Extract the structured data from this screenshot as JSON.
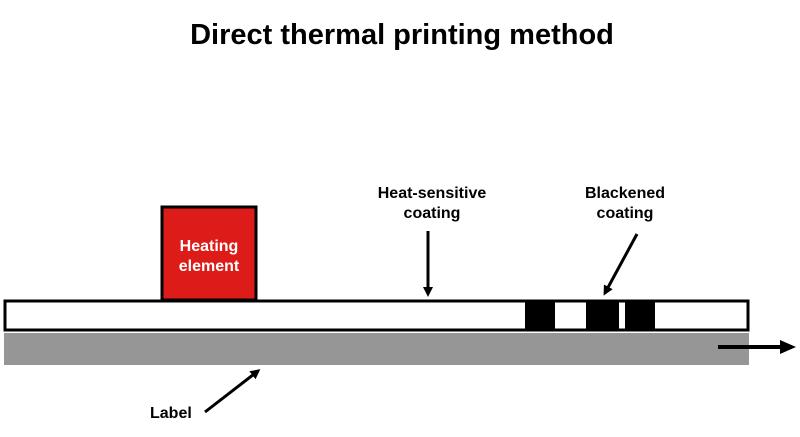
{
  "title": "Direct thermal printing method",
  "labels": {
    "heating_element_line1": "Heating",
    "heating_element_line2": "element",
    "heat_sensitive_line1": "Heat-sensitive",
    "heat_sensitive_line2": "coating",
    "blackened_line1": "Blackened",
    "blackened_line2": "coating",
    "label": "Label"
  },
  "colors": {
    "heating_element_fill": "#dd1c1a",
    "heating_element_text": "#ffffff",
    "label_base": "#969696",
    "coating_strip": "#ffffff",
    "blackened_marks": "#000000",
    "outline": "#000000"
  },
  "icons": {
    "pointer_arrows": "arrow-icon",
    "motion_arrow": "arrow-right-icon"
  }
}
